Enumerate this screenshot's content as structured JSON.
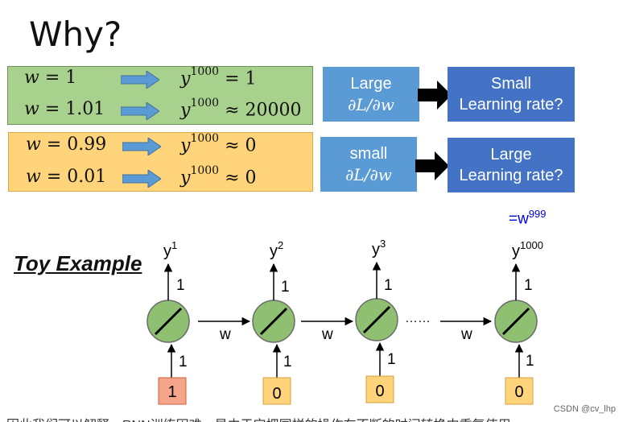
{
  "title": "Why?",
  "green_panel": {
    "row1": {
      "lhs_var": "w",
      "lhs_rest": " = 1",
      "rhs_var": "y",
      "rhs_exp": "1000",
      "rhs_rest": " = 1"
    },
    "row2": {
      "lhs_var": "w",
      "lhs_rest": " = 1.01",
      "rhs_var": "y",
      "rhs_exp": "1000",
      "rhs_rest": " ≈ 20000"
    }
  },
  "orange_panel": {
    "row1": {
      "lhs_var": "w",
      "lhs_rest": " = 0.99",
      "rhs_var": "y",
      "rhs_exp": "1000",
      "rhs_rest": " ≈ 0"
    },
    "row2": {
      "lhs_var": "w",
      "lhs_rest": " = 0.01",
      "rhs_var": "y",
      "rhs_exp": "1000",
      "rhs_rest": " ≈ 0"
    }
  },
  "gradient_boxes": {
    "top": {
      "line1": "Large",
      "line2": "∂L/∂w"
    },
    "bottom": {
      "line1": "small",
      "line2": "∂L/∂w"
    }
  },
  "lr_boxes": {
    "top": {
      "line1": "Small",
      "line2": "Learning rate?"
    },
    "bottom": {
      "line1": "Large",
      "line2": "Learning rate?"
    }
  },
  "w_note": {
    "base": "=w",
    "exp": "999"
  },
  "toy_example": "Toy Example",
  "network": {
    "outputs": [
      {
        "base": "y",
        "exp": "1"
      },
      {
        "base": "y",
        "exp": "2"
      },
      {
        "base": "y",
        "exp": "3"
      },
      {
        "base": "y",
        "exp": "1000"
      }
    ],
    "up_weight_label": "1",
    "in_weight_label": "1",
    "recurrent_label": "w",
    "ellipsis": "……",
    "inputs": [
      "1",
      "0",
      "0",
      "0"
    ]
  },
  "colors": {
    "green_panel": "#a9d18e",
    "orange_panel": "#ffd47a",
    "node_fill": "#8fc072",
    "input_first": "#f4a58a",
    "input_rest": "#ffd47a",
    "blue_arrow": "#5b9bd5",
    "note_blue": "#0000dd"
  },
  "watermark": "CSDN @cv_lhp",
  "bottom_text": "因此我们可以解释，RNN训练困难，是由于它把同样的操作在不断的时间转换中重复使用"
}
